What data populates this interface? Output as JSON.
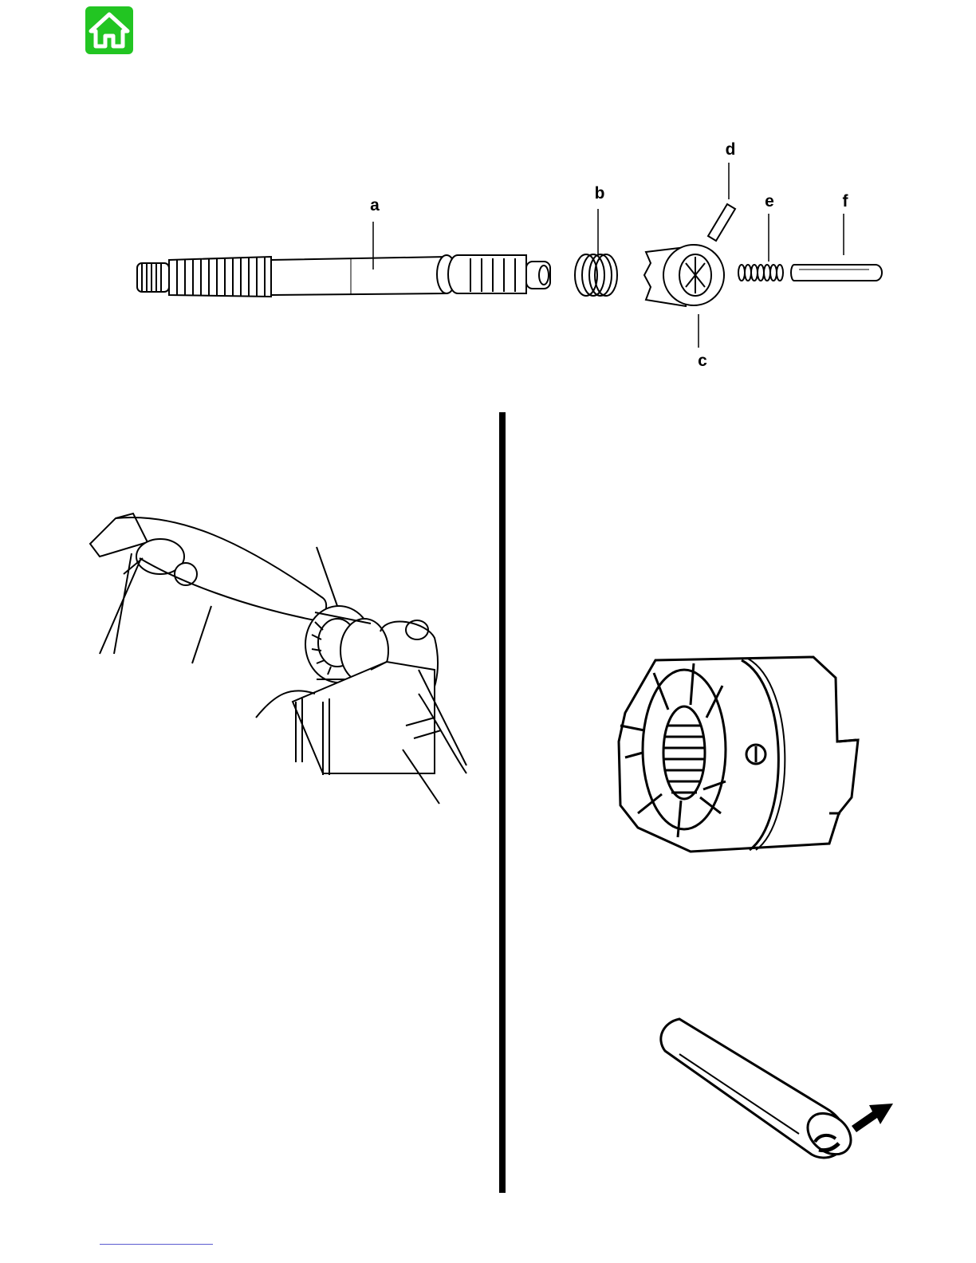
{
  "page": {
    "home_icon": "home-icon",
    "home_color": "#22c522",
    "link_color": "#5a5ad0"
  },
  "exploded_view": {
    "labels": [
      {
        "id": "a",
        "text": "a"
      },
      {
        "id": "b",
        "text": "b"
      },
      {
        "id": "c",
        "text": "c"
      },
      {
        "id": "d",
        "text": "d"
      },
      {
        "id": "e",
        "text": "e"
      },
      {
        "id": "f",
        "text": "f"
      }
    ]
  }
}
